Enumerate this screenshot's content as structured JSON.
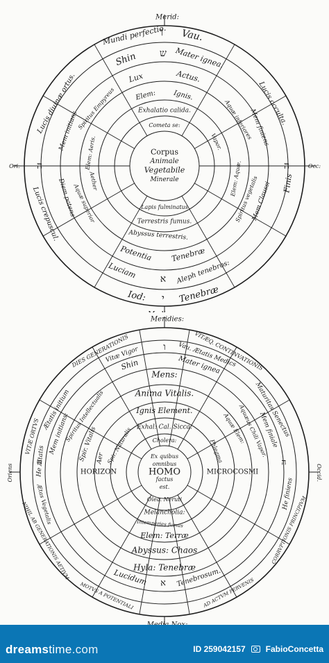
{
  "top_diagram": {
    "top_label": "Merid:",
    "bottom_label": "Media nox:",
    "left_label": "Ori:",
    "right_label": "Occ:",
    "center": [
      "Corpus",
      "Animale",
      "Vegetabile",
      "Minerale"
    ],
    "labels": [
      {
        "text": "Mundi perfectio.",
        "a": -103,
        "r": 193,
        "s": 11
      },
      {
        "text": "Vau.",
        "a": -78,
        "r": 192,
        "s": 14
      },
      {
        "text": "Shin",
        "a": -110,
        "r": 163,
        "s": 13
      },
      {
        "text": "Mater ignea.",
        "a": -72,
        "r": 163,
        "s": 11
      },
      {
        "text": "Lux",
        "a": -108,
        "r": 133,
        "s": 11
      },
      {
        "text": "Actus.",
        "a": -75,
        "r": 133,
        "s": 11
      },
      {
        "text": "Elem:",
        "a": -105,
        "r": 105,
        "s": 10
      },
      {
        "text": "Ignis.",
        "a": -75,
        "r": 105,
        "s": 10
      },
      {
        "text": "Exhalatio calida.",
        "a": -90,
        "r": 80,
        "s": 9
      },
      {
        "text": "Cometa se:",
        "a": -90,
        "r": 58,
        "s": 8
      },
      {
        "text": "Lucis diuinæ ortus.",
        "a": -150,
        "r": 180,
        "s": 10
      },
      {
        "text": "Mem initians",
        "a": -160,
        "r": 148,
        "s": 9
      },
      {
        "text": "Spiritus Empyreus",
        "a": -140,
        "r": 128,
        "s": 8
      },
      {
        "text": "Lucis occulta.",
        "a": -30,
        "r": 180,
        "s": 10
      },
      {
        "text": "Mem finiens",
        "a": -22,
        "r": 148,
        "s": 9
      },
      {
        "text": "Aquæ inferiores",
        "a": -32,
        "r": 125,
        "s": 8
      },
      {
        "text": "Vapor.",
        "a": -25,
        "r": 82,
        "s": 8
      },
      {
        "text": "Lucis crepuscul.",
        "a": 158,
        "r": 185,
        "s": 10
      },
      {
        "text": "Diem patens",
        "a": 162,
        "r": 148,
        "s": 9
      },
      {
        "text": "Aquæ superior",
        "a": 155,
        "r": 128,
        "s": 8
      },
      {
        "text": "Aether",
        "a": 168,
        "r": 105,
        "s": 8
      },
      {
        "text": "Elem: Aeris.",
        "a": -170,
        "r": 108,
        "s": 8
      },
      {
        "text": "Finis",
        "a": 8,
        "r": 180,
        "s": 11
      },
      {
        "text": "Mem Claussi",
        "a": 20,
        "r": 148,
        "s": 9
      },
      {
        "text": "Spiritus vegetalis",
        "a": 22,
        "r": 128,
        "s": 8
      },
      {
        "text": "Elem: Aquæ.",
        "a": 10,
        "r": 105,
        "s": 8
      },
      {
        "text": "Lapis fulminatus",
        "a": 90,
        "r": 60,
        "s": 8
      },
      {
        "text": "Terrestris fumus.",
        "a": 90,
        "r": 80,
        "s": 9
      },
      {
        "text": "Abyssus terrestris.",
        "a": 95,
        "r": 100,
        "s": 9
      },
      {
        "text": "Potentia",
        "a": 108,
        "r": 133,
        "s": 11
      },
      {
        "text": "Tenebræ",
        "a": 75,
        "r": 133,
        "s": 11
      },
      {
        "text": "Luciam",
        "a": 112,
        "r": 163,
        "s": 11
      },
      {
        "text": "Aleph tenebros:",
        "a": 70,
        "r": 163,
        "s": 10
      },
      {
        "text": "Iod:",
        "a": 102,
        "r": 192,
        "s": 13
      },
      {
        "text": "Tenebræ",
        "a": 75,
        "r": 192,
        "s": 13
      }
    ]
  },
  "bottom_diagram": {
    "top_label": "Meridies:",
    "bottom_label": "Media Nox:",
    "left_label": "Oriens",
    "right_label": "Occid.",
    "center": [
      "Ex quibus",
      "omnibus",
      "HOMO",
      "factus",
      "est."
    ],
    "horizon_left": "HORIZON",
    "horizon_right": "MICROCOSMI",
    "labels": [
      {
        "text": "DIES GENERATIONIS",
        "a": -118,
        "r": 197,
        "s": 8
      },
      {
        "text": "VITÆQ. CONTINVATIONIS",
        "a": -62,
        "r": 197,
        "s": 8
      },
      {
        "text": "Vitæ Vigor",
        "a": -110,
        "r": 180,
        "s": 9
      },
      {
        "text": "Vau. Ætatis Medics",
        "a": -70,
        "r": 180,
        "s": 9
      },
      {
        "text": "Shin",
        "a": -108,
        "r": 162,
        "s": 11
      },
      {
        "text": "Mater ignea",
        "a": -72,
        "r": 162,
        "s": 10
      },
      {
        "text": "Mens:",
        "a": -90,
        "r": 140,
        "s": 12
      },
      {
        "text": "Anima Vitalis.",
        "a": -90,
        "r": 113,
        "s": 12
      },
      {
        "text": "Ignis Element.",
        "a": -90,
        "r": 88,
        "s": 11
      },
      {
        "text": "Exhal: Cal. Sicca.",
        "a": -90,
        "r": 65,
        "s": 9
      },
      {
        "text": "Cholera:",
        "a": -90,
        "r": 45,
        "s": 8
      },
      {
        "text": "VITÆ ORTVS",
        "a": -165,
        "r": 197,
        "s": 8
      },
      {
        "text": "Ætatis initium",
        "a": -150,
        "r": 180,
        "s": 9
      },
      {
        "text": "Mem initians:",
        "a": -160,
        "r": 162,
        "s": 9
      },
      {
        "text": "Spiritus Intellectualis",
        "a": -145,
        "r": 140,
        "s": 8
      },
      {
        "text": "Spir. Vitalis",
        "a": -160,
        "r": 118,
        "s": 9
      },
      {
        "text": "Aer",
        "a": -168,
        "r": 95,
        "s": 9
      },
      {
        "text": "Spir. Naturalis",
        "a": -150,
        "r": 75,
        "s": 8
      },
      {
        "text": "Maturitas Senectus",
        "a": -30,
        "r": 180,
        "s": 9
      },
      {
        "text": "Mem finiale",
        "a": -22,
        "r": 162,
        "s": 9
      },
      {
        "text": "Aquæus Chili Vapor.",
        "a": -25,
        "r": 140,
        "s": 8
      },
      {
        "text": "Aquæ Elem:",
        "a": -32,
        "r": 118,
        "s": 8
      },
      {
        "text": "Phlegma",
        "a": -22,
        "r": 80,
        "s": 8
      },
      {
        "text": "He Ætatis",
        "a": -175,
        "r": 180,
        "s": 9
      },
      {
        "text": "Ætas Vegetalis",
        "a": 165,
        "r": 180,
        "s": 8
      },
      {
        "text": "NIHIL AB GENERATIONIS AETIVM",
        "a": 150,
        "r": 198,
        "s": 7
      },
      {
        "text": "CORRVPTIONIS PRINCIPIVM",
        "a": 25,
        "r": 198,
        "s": 7
      },
      {
        "text": "He finiens",
        "a": 10,
        "r": 180,
        "s": 9
      },
      {
        "text": "Olea. Neruti",
        "a": 90,
        "r": 40,
        "s": 8
      },
      {
        "text": "Melancholia:",
        "a": 90,
        "r": 58,
        "s": 9
      },
      {
        "text": "Intemperies fumus",
        "a": 95,
        "r": 75,
        "s": 7
      },
      {
        "text": "Elem: Terræ",
        "a": 90,
        "r": 92,
        "s": 11
      },
      {
        "text": "Abyssus: Chaos",
        "a": 90,
        "r": 113,
        "s": 12
      },
      {
        "text": "Hyla: Tenebræ",
        "a": 90,
        "r": 138,
        "s": 12
      },
      {
        "text": "Lucidum",
        "a": 108,
        "r": 160,
        "s": 11
      },
      {
        "text": "Tenebrosum.",
        "a": 72,
        "r": 160,
        "s": 10
      },
      {
        "text": "MOTVS A POTENTIALI",
        "a": 115,
        "r": 197,
        "s": 7
      },
      {
        "text": "AD ACTVM PERVENIS",
        "a": 62,
        "r": 197,
        "s": 7
      }
    ]
  },
  "footer": {
    "brand_bold": "dreams",
    "brand_rest": "time",
    "brand_domain": ".com",
    "id_text": "ID 259042157",
    "author": "FabioConcetta"
  }
}
